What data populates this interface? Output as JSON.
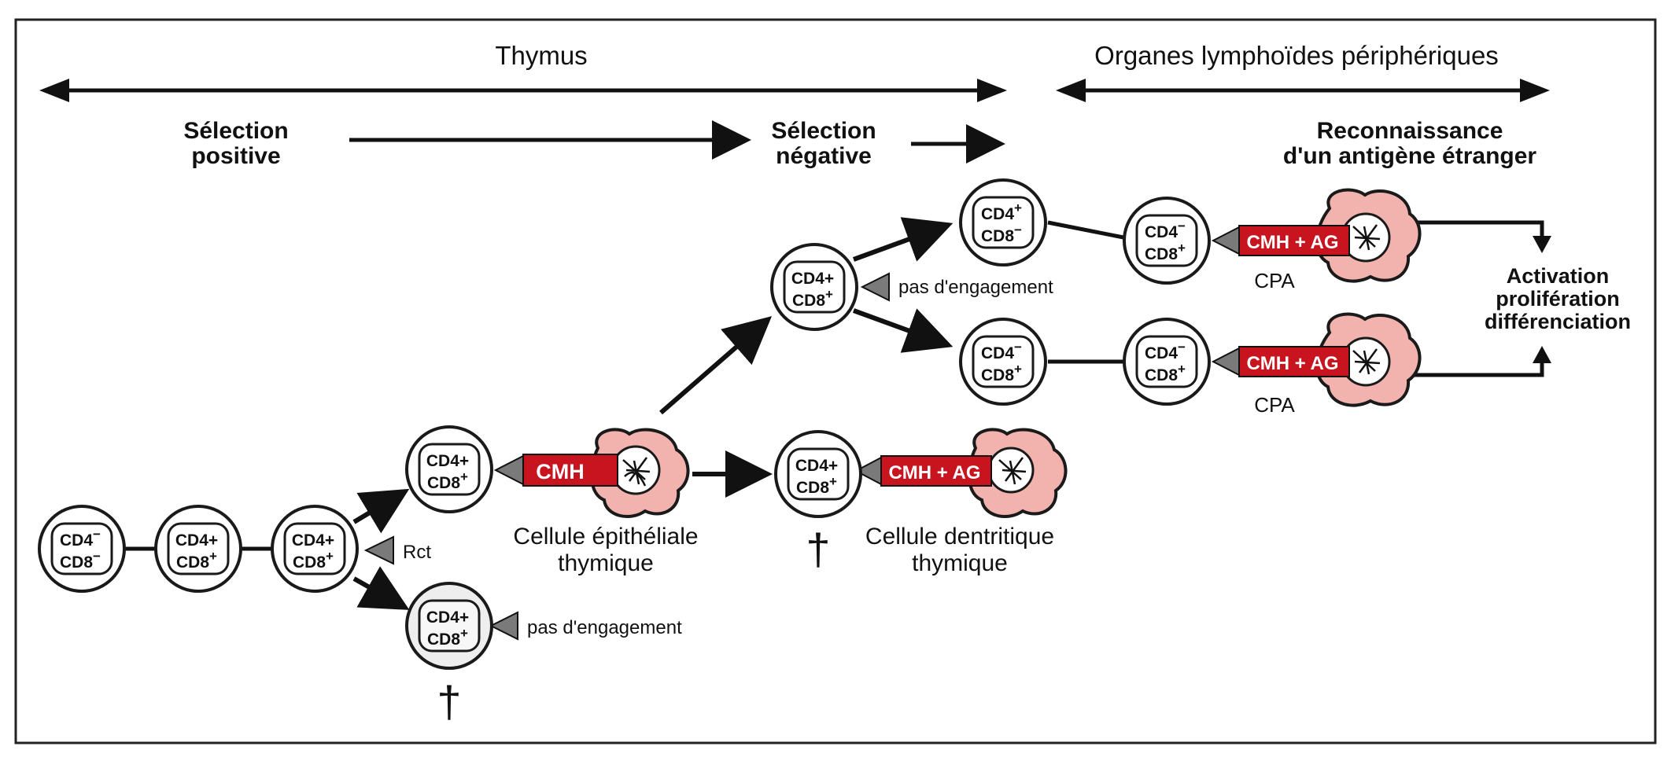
{
  "colors": {
    "ink": "#111111",
    "red": "#c8141e",
    "apc_fill": "#f2b3ae",
    "apc_stroke": "#1a1a1a",
    "panel_bg": "#ffffff",
    "shade": "#eeeeee",
    "marker": "#7a7a7a"
  },
  "headers": {
    "thymus": "Thymus",
    "peripheral": "Organes lymphoïdes périphériques"
  },
  "stages": {
    "positive_1": "Sélection",
    "positive_2": "positive",
    "negative_1": "Sélection",
    "negative_2": "négative",
    "recognition_1": "Reconnaissance",
    "recognition_2": "d'un antigène étranger"
  },
  "outcome": {
    "line1": "Activation",
    "line2": "prolifération",
    "line3": "différenciation"
  },
  "cells": {
    "c1_top": "CD4",
    "c1_top_sup": "−",
    "c1_bot": "CD8",
    "c1_bot_sup": "−",
    "c2_top": "CD4+",
    "c2_bot": "CD8",
    "c2_bot_sup": "+",
    "c3_top": "CD4+",
    "c3_bot": "CD8",
    "c3_bot_sup": "+",
    "c4_top": "CD4+",
    "c4_bot": "CD8",
    "c4_bot_sup": "+",
    "c5_top": "CD4+",
    "c5_bot": "CD8",
    "c5_bot_sup": "+",
    "c6_top": "CD4+",
    "c6_bot": "CD8",
    "c6_bot_sup": "+",
    "c7_top": "CD4+",
    "c7_bot": "CD8",
    "c7_bot_sup": "+",
    "c8_top": "CD4",
    "c8_top_sup": "+",
    "c8_bot": "CD8",
    "c8_bot_sup": "−",
    "c9_top": "CD4",
    "c9_top_sup": "−",
    "c9_bot": "CD8",
    "c9_bot_sup": "+",
    "c10_top": "CD4",
    "c10_top_sup": "−",
    "c10_bot": "CD8",
    "c10_bot_sup": "+",
    "c11_top": "CD4",
    "c11_top_sup": "−",
    "c11_bot": "CD8",
    "c11_bot_sup": "+"
  },
  "labels": {
    "rct": "Rct",
    "no_engagement_1": "pas d'engagement",
    "no_engagement_2": "pas d'engagement",
    "epithelial_1": "Cellule épithéliale",
    "epithelial_2": "thymique",
    "dendritic_1": "Cellule dentritique",
    "dendritic_2": "thymique",
    "cpa_1": "CPA",
    "cpa_2": "CPA",
    "death_1": "†",
    "death_2": "†"
  },
  "mhc": {
    "mhc_alone": "CMH",
    "mhc_ag_1": "CMH + AG",
    "mhc_ag_2": "CMH + AG",
    "mhc_ag_3": "CMH + AG"
  }
}
